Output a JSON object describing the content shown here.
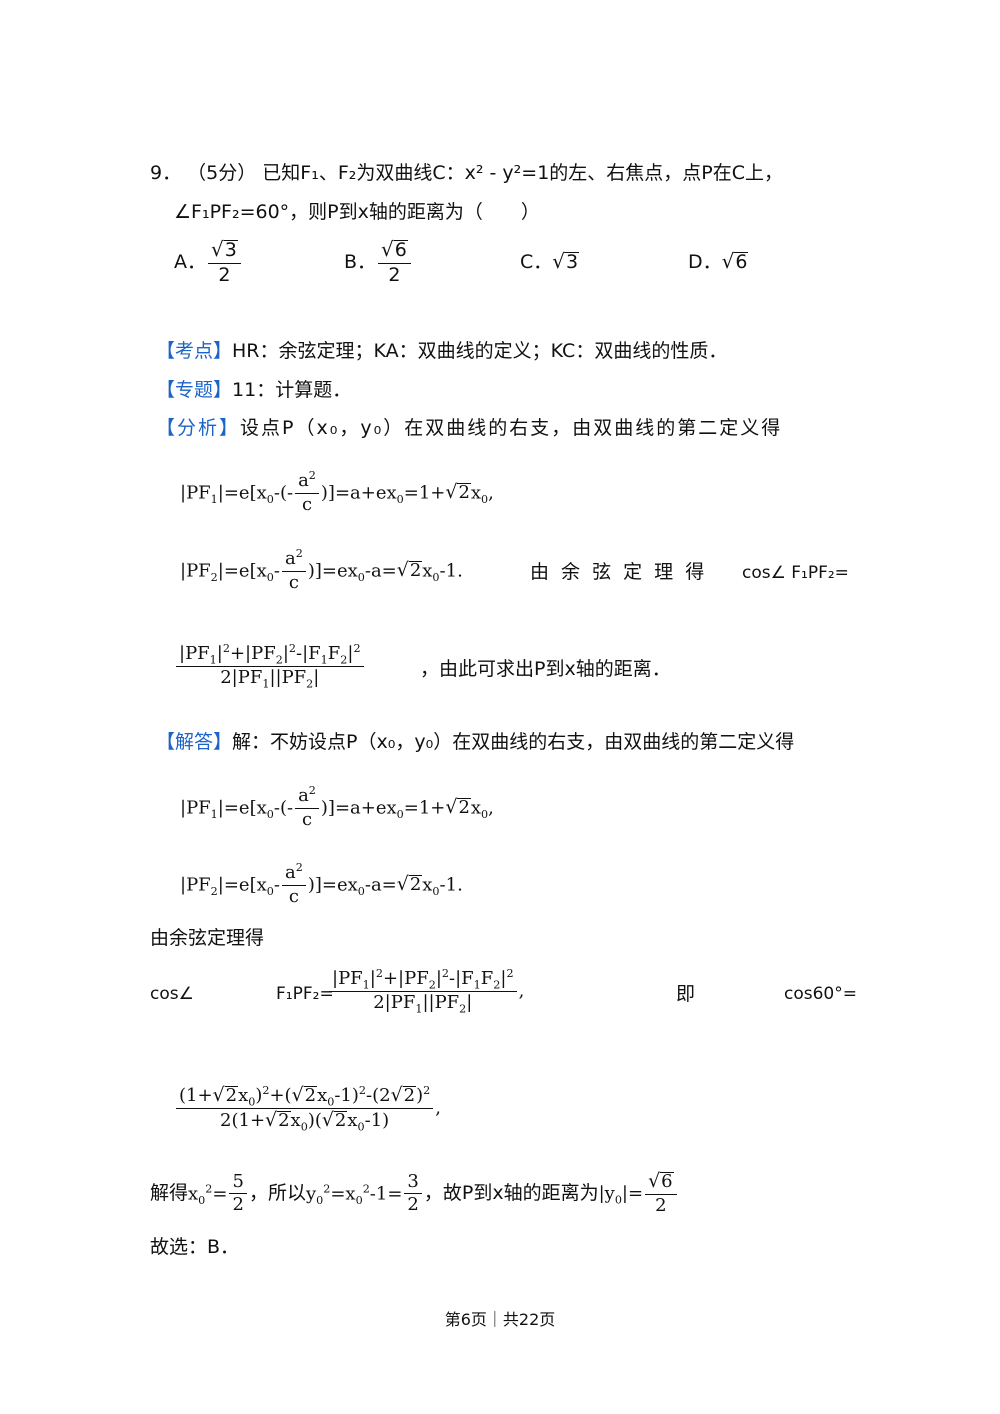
{
  "question": {
    "number": "9．",
    "score": "（5分）",
    "stem_part1": "已知F₁、F₂为双曲线C：x² - y²=1的左、右焦点，点P在C上，",
    "stem_part2": "∠F₁PF₂=60°，则P到x轴的距离为（　　）",
    "options": [
      {
        "label": "A．",
        "num": "3",
        "den": "2",
        "frac": true
      },
      {
        "label": "B．",
        "num": "6",
        "den": "2",
        "frac": true
      },
      {
        "label": "C．",
        "num": "3",
        "frac": false
      },
      {
        "label": "D．",
        "num": "6",
        "frac": false
      }
    ]
  },
  "kaodian": {
    "tag": "【考点】",
    "text": "HR：余弦定理；KA：双曲线的定义；KC：双曲线的性质．"
  },
  "zhuanti": {
    "tag": "【专题】",
    "text": "11：计算题．"
  },
  "fenxi": {
    "tag": "【分析】",
    "text": "设点P（x₀，y₀）在双曲线的右支，由双曲线的第二定义得",
    "eq2_tail": "由 余 弦 定 理 得",
    "cos_label": "cos∠ F₁PF₂=",
    "eq3_tail": "，由此可求出P到x轴的距离．"
  },
  "jieda": {
    "tag": "【解答】",
    "text": "解：不妨设点P（x₀，y₀）在双曲线的右支，由双曲线的第二定义得",
    "cosine_rule": "由余弦定理得",
    "cos_left": "cos∠",
    "cos_mid": "F₁PF₂=",
    "ji": "即",
    "cos60": "cos60°=",
    "solve_prefix": "解得",
    "solve_mid": "，所以",
    "solve_tail": "，故P到x轴的距离为",
    "choose": "故选：B．"
  },
  "footer": "第6页｜共22页"
}
